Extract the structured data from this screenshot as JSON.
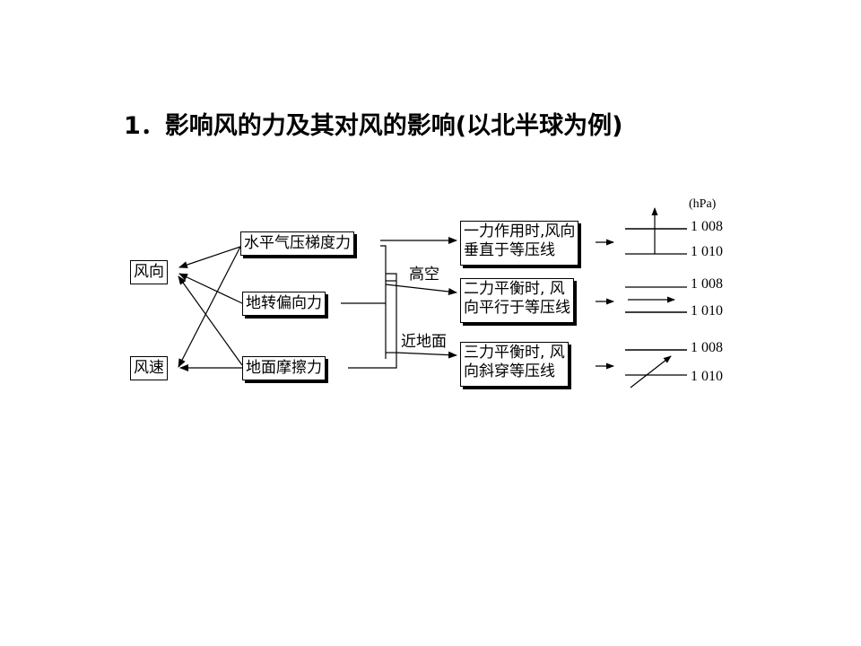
{
  "title": "1．影响风的力及其对风的影响(以北半球为例)",
  "left": {
    "wind_direction": "风向",
    "wind_speed": "风速"
  },
  "forces": {
    "pressure_gradient": "水平气压梯度力",
    "coriolis": "地转偏向力",
    "friction": "地面摩擦力"
  },
  "branch_labels": {
    "high_altitude": "高空",
    "near_ground": "近地面"
  },
  "results": {
    "one_force": [
      "一力作用时,风向",
      "垂直于等压线"
    ],
    "two_forces": [
      "二力平衡时, 风",
      "向平行于等压线"
    ],
    "three_forces": [
      "三力平衡时, 风",
      "向斜穿等压线"
    ]
  },
  "isobars": {
    "unit": "(hPa)",
    "upper": "1 008",
    "lower": "1 010"
  }
}
